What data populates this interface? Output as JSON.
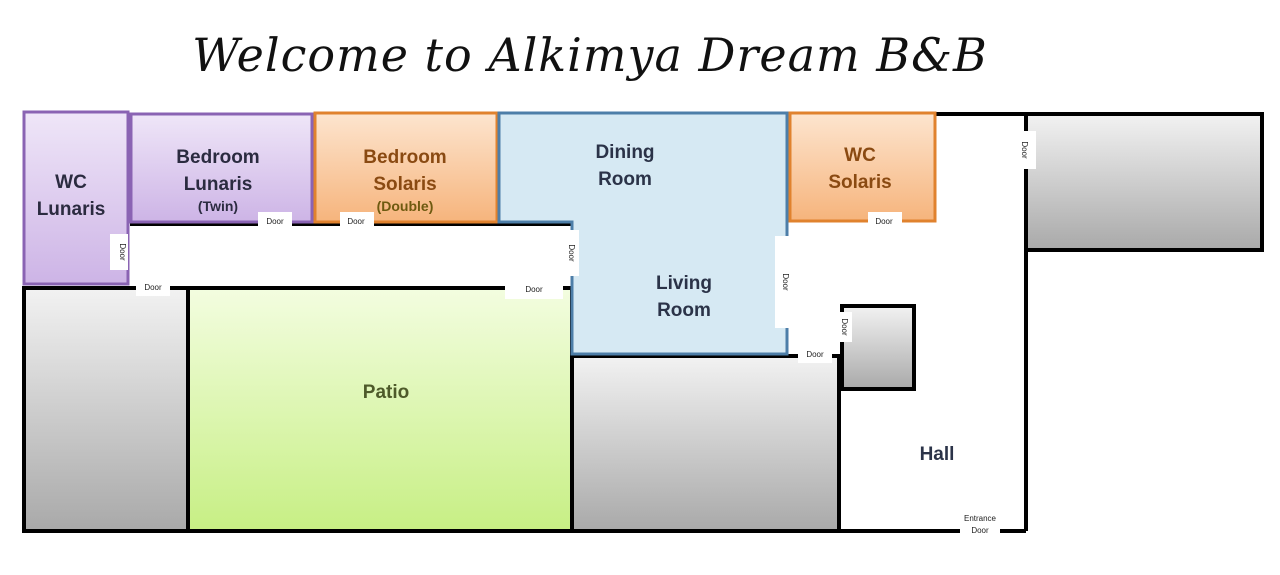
{
  "title": "Welcome to Alkimya Dream B&B",
  "rooms": {
    "wc_lunaris": {
      "line1": "WC",
      "line2": "Lunaris"
    },
    "bedroom_lunaris": {
      "line1": "Bedroom",
      "line2": "Lunaris",
      "sub": "(Twin)"
    },
    "bedroom_solaris": {
      "line1": "Bedroom",
      "line2": "Solaris",
      "sub": "(Double)"
    },
    "dining": {
      "line1": "Dining",
      "line2": "Room"
    },
    "living": {
      "line1": "Living",
      "line2": "Room"
    },
    "wc_solaris": {
      "line1": "WC",
      "line2": "Solaris"
    },
    "patio": {
      "label": "Patio"
    },
    "hall": {
      "label": "Hall"
    }
  },
  "doors": {
    "label": "Door",
    "entrance_line1": "Entrance",
    "entrance_line2": "Door"
  },
  "colors": {
    "purple_fill": "#d9c7ea",
    "purple_border": "#8a63b3",
    "orange_fill": "#f9c89e",
    "orange_border": "#e0822e",
    "blue_fill": "#d6e9f3",
    "blue_border": "#4d7ea8",
    "green_fill": "#d8f3a8",
    "grey_fill": "#cfcfcf",
    "wall": "#000000",
    "label_purple": "#2b2b40",
    "label_orange": "#8a4a12",
    "label_blue": "#2b3348",
    "label_green": "#4e5a2a"
  }
}
